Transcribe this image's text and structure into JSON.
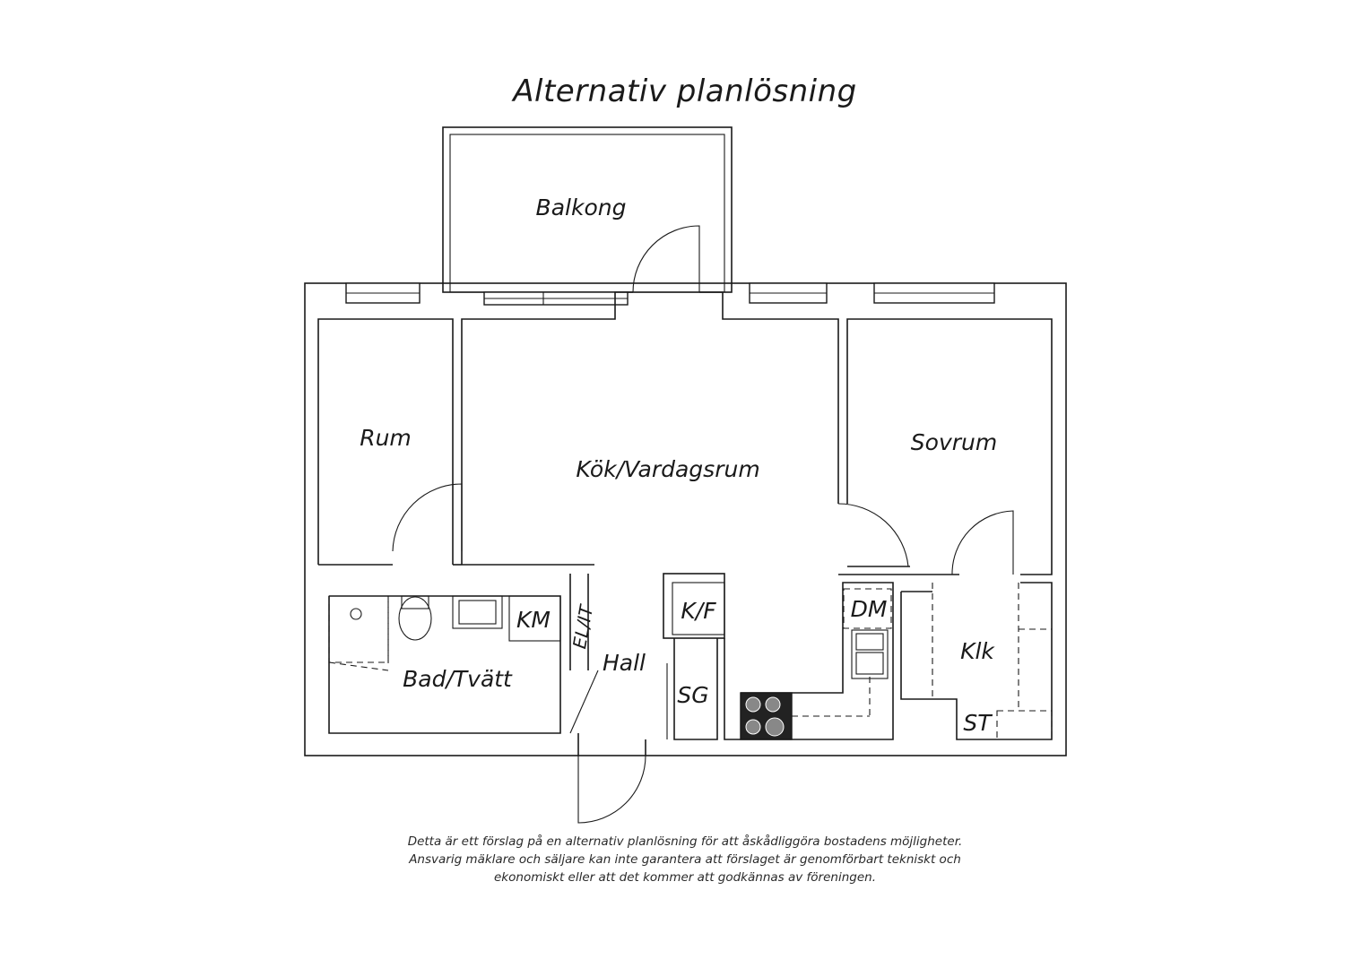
{
  "title": "Alternativ planlösning",
  "rooms": {
    "balkong": "Balkong",
    "rum": "Rum",
    "kok_vardagsrum": "Kök/Vardagsrum",
    "sovrum": "Sovrum",
    "bad_tvatt": "Bad/Tvätt",
    "km": "KM",
    "el_it": "EL/IT",
    "hall": "Hall",
    "kf": "K/F",
    "sg": "SG",
    "dm": "DM",
    "klk": "Klk",
    "st": "ST"
  },
  "disclaimer": [
    "Detta är ett förslag på en alternativ planlösning för att åskådliggöra bostadens möjligheter.",
    "Ansvarig mäklare och säljare kan inte garantera att förslaget är genomförbart tekniskt och",
    "ekonomiskt eller att det kommer att godkännas av föreningen."
  ]
}
